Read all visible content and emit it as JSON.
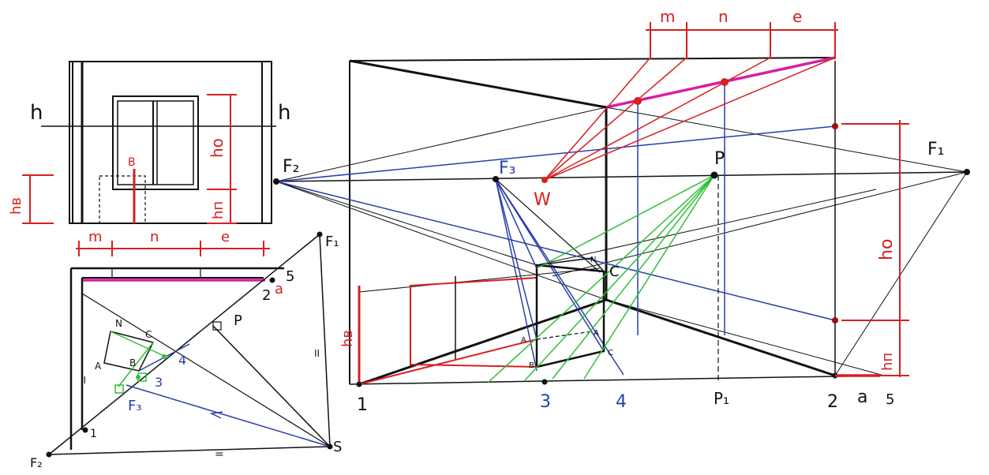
{
  "elevation": {
    "horizon_left": "h",
    "horizon_right": "h",
    "point_B": "B",
    "dim_h_window_sill": "hв",
    "dim_h_window": "hо",
    "dim_h_low": "hп"
  },
  "plan": {
    "dim_m": "m",
    "dim_n": "n",
    "dim_e": "e",
    "pt_F1": "F₁",
    "pt_F2": "F₂",
    "pt_F3": "F₃",
    "pt_P": "P",
    "pt_S": "S",
    "pt_1": "1",
    "pt_2": "2",
    "pt_3": "3",
    "pt_4": "4",
    "pt_5": "5",
    "pt_a": "a",
    "box_N": "N",
    "box_C": "C",
    "box_A": "A",
    "box_B": "B",
    "mark_parallel_1": "II",
    "mark_parallel_2": "II",
    "mark_equal": "="
  },
  "perspective": {
    "dim_m": "m",
    "dim_n": "n",
    "dim_e": "e",
    "pt_F1": "F₁",
    "pt_F2": "F₂",
    "pt_F3": "F₃",
    "pt_P": "P",
    "pt_P1": "P₁",
    "pt_W": "W",
    "pt_1": "1",
    "pt_2": "2",
    "pt_3": "3",
    "pt_4": "4",
    "pt_5": "5",
    "pt_a": "a",
    "pt_C_top": "C",
    "box_N": "N",
    "box_A": "A",
    "box_B": "B",
    "box_C": "C",
    "box_A2": "A",
    "dim_h_window": "hо",
    "dim_h_low": "hп",
    "dim_h_b": "hв"
  },
  "colors": {
    "ink": "#111111",
    "red": "#d62020",
    "blue": "#2a3fa8",
    "green": "#2fbf3a",
    "magenta": "#d81fa0",
    "gray": "#555555"
  }
}
